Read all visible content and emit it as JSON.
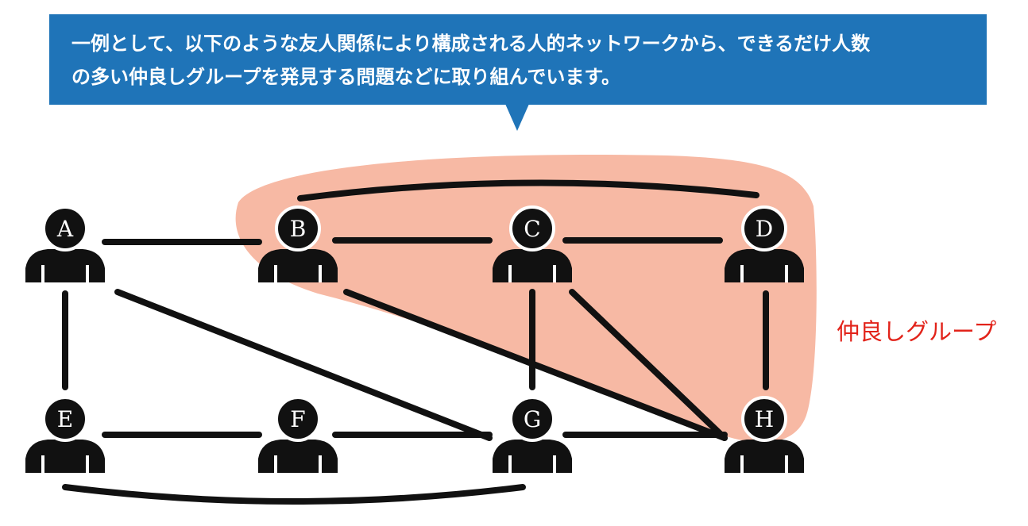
{
  "callout": {
    "line1": "一例として、以下のような友人関係により構成される人的ネットワークから、できるだけ人数",
    "line2": "の多い仲良しグループを発見する問題などに取り組んでいます。",
    "color": "#1f74b8"
  },
  "group": {
    "label": "仲良しグループ",
    "members": [
      "B",
      "C",
      "D",
      "H"
    ],
    "fill_color": "#f7b9a4",
    "label_color": "#e2231a"
  },
  "people": [
    {
      "id": "A"
    },
    {
      "id": "B"
    },
    {
      "id": "C"
    },
    {
      "id": "D"
    },
    {
      "id": "E"
    },
    {
      "id": "F"
    },
    {
      "id": "G"
    },
    {
      "id": "H"
    }
  ],
  "friendships": [
    [
      "A",
      "B"
    ],
    [
      "B",
      "C"
    ],
    [
      "C",
      "D"
    ],
    [
      "B",
      "D"
    ],
    [
      "A",
      "E"
    ],
    [
      "A",
      "G"
    ],
    [
      "B",
      "H"
    ],
    [
      "C",
      "G"
    ],
    [
      "C",
      "H"
    ],
    [
      "D",
      "H"
    ],
    [
      "E",
      "F"
    ],
    [
      "F",
      "G"
    ],
    [
      "G",
      "H"
    ],
    [
      "E",
      "G"
    ]
  ]
}
